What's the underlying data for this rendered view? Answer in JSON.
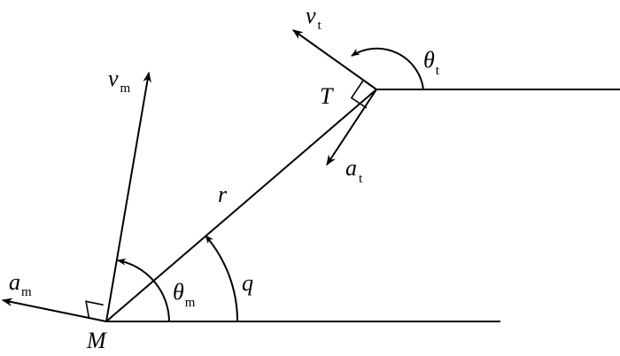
{
  "labels": {
    "v_m": {
      "main": "v",
      "sub": "m"
    },
    "a_m": {
      "main": "a",
      "sub": "m"
    },
    "M": "M",
    "theta_m": {
      "main": "θ",
      "sub": "m"
    },
    "q": "q",
    "r": "r",
    "T": "T",
    "v_t": {
      "main": "v",
      "sub": "t"
    },
    "a_t": {
      "main": "a",
      "sub": "t"
    },
    "theta_t": {
      "main": "θ",
      "sub": "t"
    }
  },
  "colors": {
    "stroke": "#000000",
    "background": "#ffffff"
  }
}
